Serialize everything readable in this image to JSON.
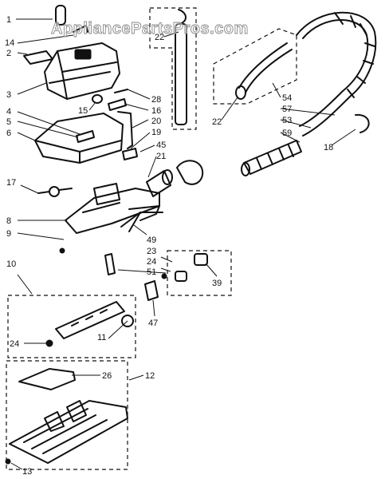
{
  "watermark": "AppliancePartsPros.com",
  "part_labels": {
    "p1": "1",
    "p14": "14",
    "p2": "2",
    "p3": "3",
    "p4": "4",
    "p5": "5",
    "p6": "6",
    "p15": "15",
    "p28": "28",
    "p16": "16",
    "p20": "20",
    "p19": "19",
    "p45": "45",
    "p21": "21",
    "p22a": "22",
    "p22b": "22",
    "p54": "54",
    "p57": "57",
    "p53": "53",
    "p59": "59",
    "p18": "18",
    "p17": "17",
    "p8": "8",
    "p9": "9",
    "p49": "49",
    "p23": "23",
    "p24a": "24",
    "p51": "51",
    "p39": "39",
    "p10": "10",
    "p47": "47",
    "p11": "11",
    "p24b": "24",
    "p26": "26",
    "p12": "12",
    "p13": "13"
  }
}
